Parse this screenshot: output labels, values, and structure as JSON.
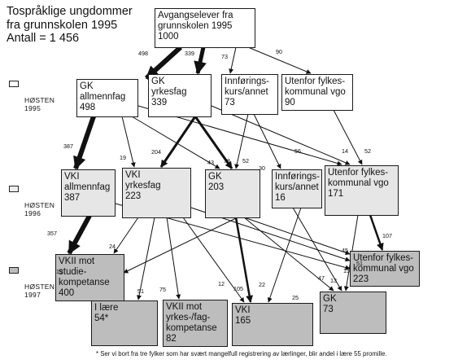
{
  "title": "Tospråklige ungdommer\nfra grunnskolen 1995\nAntall = 1 456",
  "years": [
    {
      "id": "y1995",
      "label": "HØSTEN\n1995",
      "swatch": "#ffffff"
    },
    {
      "id": "y1996",
      "label": "HØSTEN\n1996",
      "swatch": "#eeeeee"
    },
    {
      "id": "y1997",
      "label": "HØSTEN\n1997",
      "swatch": "#bdbdbd"
    }
  ],
  "nodes": [
    {
      "id": "top",
      "label": "Avgangselever fra\ngrunnskolen 1995\n1000"
    },
    {
      "id": "gk_a",
      "label": "GK\nallmennfag\n498"
    },
    {
      "id": "gk_y",
      "label": "GK\nyrkesfag\n339"
    },
    {
      "id": "inn95",
      "label": "Innførings-\nkurs/annet\n73"
    },
    {
      "id": "uf95",
      "label": "Utenfor fylkes-\nkommunal vgo\n90"
    },
    {
      "id": "vki_a",
      "label": "VKI\nallmennfag\n387"
    },
    {
      "id": "vki_y",
      "label": "VKI\nyrkesfag\n223"
    },
    {
      "id": "gk96",
      "label": "GK\n203"
    },
    {
      "id": "inn96",
      "label": "Innførings-\nkurs/annet\n16"
    },
    {
      "id": "uf96",
      "label": "Utenfor fylkes-\nkommunal vgo\n171"
    },
    {
      "id": "vkii_s",
      "label": "VKII mot\nstudie-\nkompetanse\n400"
    },
    {
      "id": "laere",
      "label": "I lære\n54*"
    },
    {
      "id": "vkii_y",
      "label": "VKII mot\nyrkes-/fag-\nkompetanse\n82"
    },
    {
      "id": "vki97",
      "label": "VKI\n165"
    },
    {
      "id": "gk97",
      "label": "GK\n73"
    },
    {
      "id": "uf97",
      "label": "Utenfor fylkes-\nkommunal vgo\n223"
    }
  ],
  "flows": [
    {
      "from": "top",
      "to": "gk_a",
      "value": "498"
    },
    {
      "from": "top",
      "to": "gk_y",
      "value": "339"
    },
    {
      "from": "top",
      "to": "inn95",
      "value": "73"
    },
    {
      "from": "top",
      "to": "uf95",
      "value": "90"
    },
    {
      "from": "gk_a",
      "to": "vki_a",
      "value": "387"
    },
    {
      "from": "gk_a",
      "to": "vki_y",
      "value": "19"
    },
    {
      "from": "gk_y",
      "to": "vki_y",
      "value": "204"
    },
    {
      "from": "gk_a",
      "to": "gk96",
      "value": "43"
    },
    {
      "from": "gk_y",
      "to": "gk96",
      "value": "78"
    },
    {
      "from": "inn95",
      "to": "gk96",
      "value": "52"
    },
    {
      "from": "inn95",
      "to": "inn96",
      "value": "30"
    },
    {
      "from": "gk_a",
      "to": "uf96",
      "value": "56"
    },
    {
      "from": "gk_y",
      "to": "uf96",
      "value": "14"
    },
    {
      "from": "uf95",
      "to": "uf96",
      "value": "52"
    },
    {
      "from": "vki_a",
      "to": "vkii_s",
      "value": "357"
    },
    {
      "from": "vki_y",
      "to": "vkii_s",
      "value": "24"
    },
    {
      "from": "gk96",
      "to": "vkii_s",
      "value": "19"
    },
    {
      "from": "vki_y",
      "to": "laere",
      "value": "51"
    },
    {
      "from": "vki_y",
      "to": "vkii_y",
      "value": "75"
    },
    {
      "from": "vki_y",
      "to": "vki97",
      "value": "12"
    },
    {
      "from": "gk96",
      "to": "vki97",
      "value": "105"
    },
    {
      "from": "inn96",
      "to": "vki97",
      "value": "22"
    },
    {
      "from": "gk96",
      "to": "gk97",
      "value": "25"
    },
    {
      "from": "inn96",
      "to": "gk97",
      "value": "47"
    },
    {
      "from": "uf96",
      "to": "gk97",
      "value": "13"
    },
    {
      "from": "gk96",
      "to": "uf97",
      "value": "45"
    },
    {
      "from": "vki_a",
      "to": "uf97",
      "value": "15"
    },
    {
      "from": "vki_y",
      "to": "uf97",
      "value": "51"
    },
    {
      "from": "uf96",
      "to": "uf97",
      "value": "107"
    }
  ],
  "footnote": "* Ser vi bort fra tre fylker som har svært mangelfull registrering av lærlinger, blir andel i lære 55 promille."
}
